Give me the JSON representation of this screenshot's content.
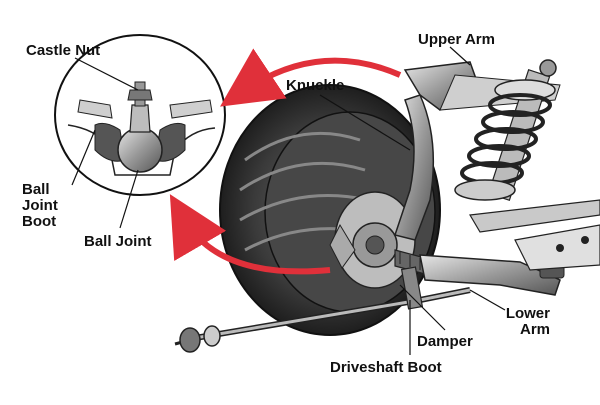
{
  "diagram": {
    "colors": {
      "ink": "#111111",
      "arrow": "#e0303a",
      "tire": "#2b2b2b",
      "metal": "#9a9a9a",
      "background": "#ffffff"
    },
    "labels": {
      "castle_nut": "Castle Nut",
      "knuckle": "Knuckle",
      "upper_arm": "Upper Arm",
      "ball_joint_boot": [
        "Ball",
        "Joint",
        "Boot"
      ],
      "ball_joint": "Ball Joint",
      "damper": "Damper",
      "lower_arm": [
        "Lower",
        "Arm"
      ],
      "driveshaft_boot": "Driveshaft Boot"
    },
    "icons": [
      "suspension-assembly-illustration",
      "ball-joint-detail-illustration",
      "callout-arrow-icon"
    ]
  }
}
